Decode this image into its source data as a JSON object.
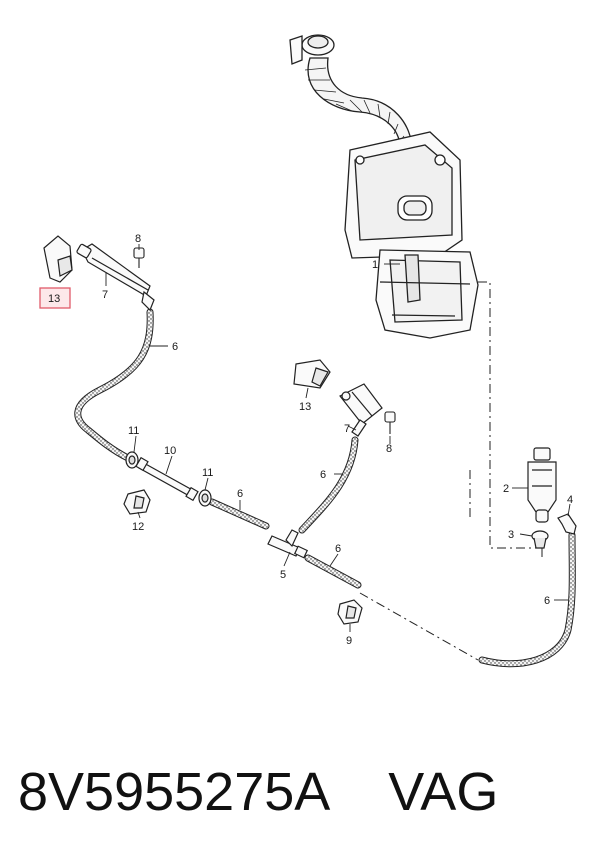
{
  "callouts": {
    "c1": "1",
    "c2": "2",
    "c3": "3",
    "c4": "4",
    "c5": "5",
    "c6": "6",
    "c7": "7",
    "c8": "8",
    "c9": "9",
    "c10": "10",
    "c11": "11",
    "c12": "12",
    "c13": "13"
  },
  "footer": {
    "part_number": "8V5955275A",
    "brand": "VAG"
  },
  "colors": {
    "highlight": "#e05a6a",
    "line": "#222222",
    "hose_fill": "#f2f2f2"
  }
}
